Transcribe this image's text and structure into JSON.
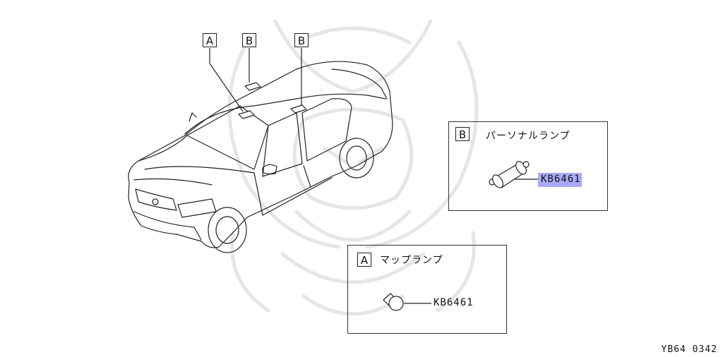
{
  "callouts": {
    "a_top": "A",
    "b_top_left": "B",
    "b_top_right": "B"
  },
  "panel_b": {
    "tag": "B",
    "title": "パーソナルランプ",
    "part_number": "KB6461"
  },
  "panel_a": {
    "tag": "A",
    "title": "マップランプ",
    "part_number": "KB6461"
  },
  "figure_code": "YB64 0342",
  "colors": {
    "line": "#222222",
    "watermark": "#e6e6e6",
    "highlight": "#8d8ef5"
  },
  "icons": [
    "car-illustration",
    "festoon-bulb-icon",
    "wedge-bulb-icon",
    "samurai-watermark"
  ]
}
